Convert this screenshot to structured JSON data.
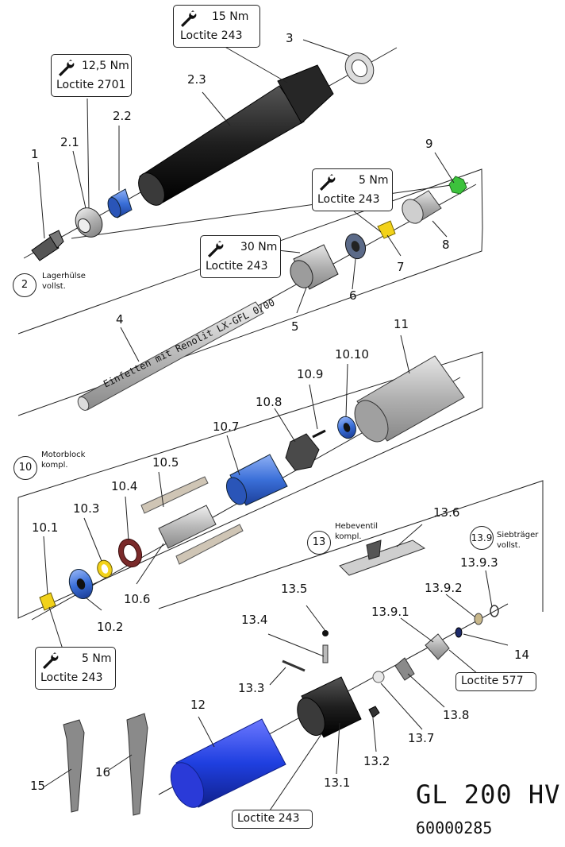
{
  "parts": [
    {
      "id": "1",
      "label": "1"
    },
    {
      "id": "2.1",
      "label": "2.1"
    },
    {
      "id": "2.2",
      "label": "2.2"
    },
    {
      "id": "2.3",
      "label": "2.3"
    },
    {
      "id": "3",
      "label": "3"
    },
    {
      "id": "4",
      "label": "4"
    },
    {
      "id": "5",
      "label": "5"
    },
    {
      "id": "6",
      "label": "6"
    },
    {
      "id": "7",
      "label": "7"
    },
    {
      "id": "8",
      "label": "8"
    },
    {
      "id": "9",
      "label": "9"
    },
    {
      "id": "10.1",
      "label": "10.1"
    },
    {
      "id": "10.2",
      "label": "10.2"
    },
    {
      "id": "10.3",
      "label": "10.3"
    },
    {
      "id": "10.4",
      "label": "10.4"
    },
    {
      "id": "10.5",
      "label": "10.5"
    },
    {
      "id": "10.6",
      "label": "10.6"
    },
    {
      "id": "10.7",
      "label": "10.7"
    },
    {
      "id": "10.8",
      "label": "10.8"
    },
    {
      "id": "10.9",
      "label": "10.9"
    },
    {
      "id": "10.10",
      "label": "10.10"
    },
    {
      "id": "11",
      "label": "11"
    },
    {
      "id": "12",
      "label": "12"
    },
    {
      "id": "13.1",
      "label": "13.1"
    },
    {
      "id": "13.2",
      "label": "13.2"
    },
    {
      "id": "13.3",
      "label": "13.3"
    },
    {
      "id": "13.4",
      "label": "13.4"
    },
    {
      "id": "13.5",
      "label": "13.5"
    },
    {
      "id": "13.6",
      "label": "13.6"
    },
    {
      "id": "13.7",
      "label": "13.7"
    },
    {
      "id": "13.8",
      "label": "13.8"
    },
    {
      "id": "13.9.1",
      "label": "13.9.1"
    },
    {
      "id": "13.9.2",
      "label": "13.9.2"
    },
    {
      "id": "13.9.3",
      "label": "13.9.3"
    },
    {
      "id": "14",
      "label": "14"
    },
    {
      "id": "15",
      "label": "15"
    },
    {
      "id": "16",
      "label": "16"
    }
  ],
  "torque_boxes": [
    {
      "id": "t1",
      "torque": "15 Nm",
      "adhesive": "Loctite 243"
    },
    {
      "id": "t2",
      "torque": "12,5 Nm",
      "adhesive": "Loctite 2701"
    },
    {
      "id": "t3",
      "torque": "5 Nm",
      "adhesive": "Loctite 243"
    },
    {
      "id": "t4",
      "torque": "30 Nm",
      "adhesive": "Loctite 243"
    },
    {
      "id": "t5",
      "torque": "5 Nm",
      "adhesive": "Loctite 243"
    }
  ],
  "adhesive_boxes": [
    {
      "id": "a1",
      "text": "Loctite 577"
    },
    {
      "id": "a2",
      "text": "Loctite 243"
    }
  ],
  "assemblies": [
    {
      "id": "2",
      "number": "2",
      "line1": "Lagerhülse",
      "line2": "vollst."
    },
    {
      "id": "10",
      "number": "10",
      "line1": "Motorblock",
      "line2": "kompl."
    },
    {
      "id": "13",
      "number": "13",
      "line1": "Hebeventil",
      "line2": "kompl."
    },
    {
      "id": "13.9",
      "number": "13.9",
      "line1": "Siebträger",
      "line2": "vollst."
    }
  ],
  "grease_note": "Einfetten mit Renolit LX-GFL 0/00",
  "model": "GL 200 HV",
  "article_number": "60000285",
  "colors": {
    "black_part": "#2b2b2b",
    "grey_part": "#b9b9b9",
    "blue_part": "#3a6fd8",
    "deep_blue": "#1f3fe0",
    "yellow_part": "#f2d21a",
    "green_part": "#3cc23c",
    "brown_part": "#7a2a2a",
    "line": "#222222"
  }
}
